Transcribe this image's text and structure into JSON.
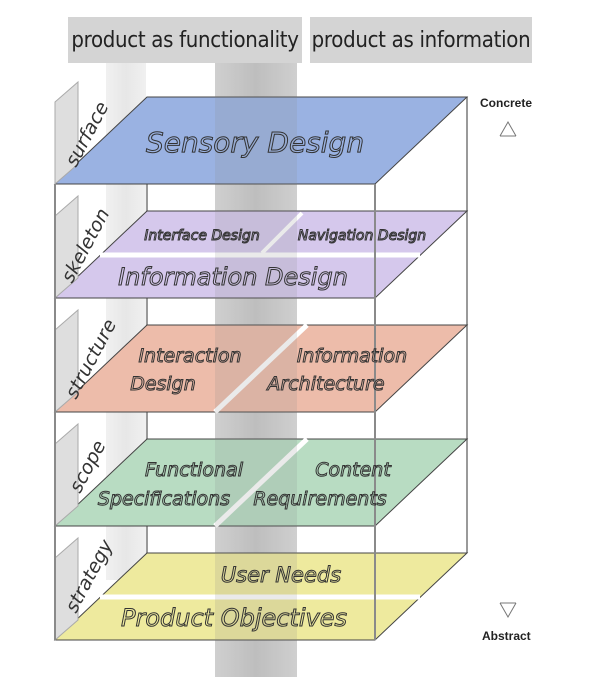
{
  "header": {
    "functionality": "product as functionality",
    "information": "product as information"
  },
  "scale": {
    "top": "Concrete",
    "bottom": "Abstract"
  },
  "planes": {
    "surface": {
      "side": "surface",
      "center": "Sensory Design"
    },
    "skeleton": {
      "side": "skeleton",
      "left": "Interface Design",
      "right": "Navigation Design",
      "lower": "Information Design"
    },
    "structure": {
      "side": "structure",
      "left1": "Interaction",
      "left2": "Design",
      "right1": "Information",
      "right2": "Architecture"
    },
    "scope": {
      "side": "scope",
      "left1": "Functional",
      "left2": "Specifications",
      "right1": "Content",
      "right2": "Requirements"
    },
    "strategy": {
      "side": "strategy",
      "upper": "User Needs",
      "lower": "Product Objectives"
    }
  },
  "colors": {
    "surface": "#9ab2e2",
    "skeleton": "#d5c8ec",
    "structure": "#edbcaa",
    "scope": "#b8dcc2",
    "strategy": "#eeea9e"
  }
}
